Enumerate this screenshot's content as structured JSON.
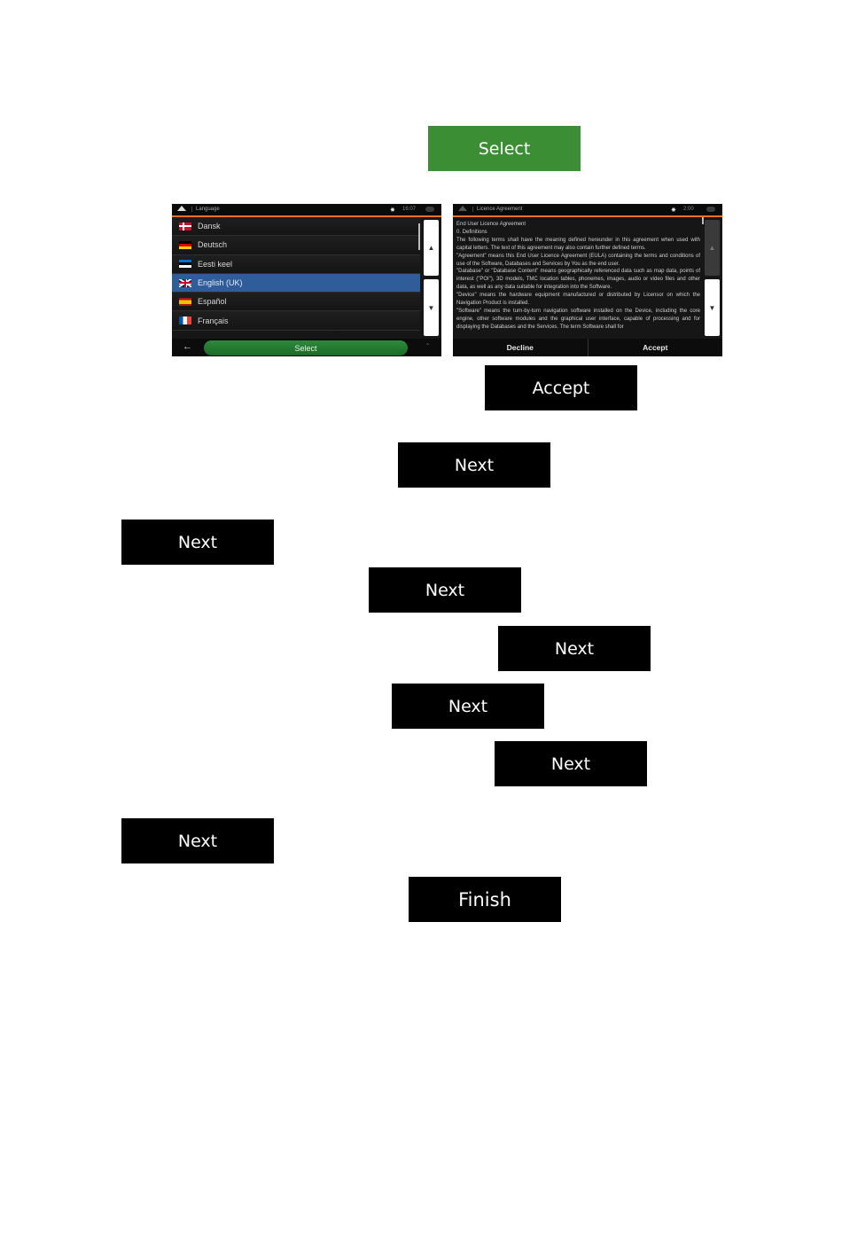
{
  "buttons": {
    "select": "Select",
    "accept": "Accept",
    "next": "Next",
    "finish": "Finish"
  },
  "language_screen": {
    "title": "Language",
    "clock": "16:07",
    "items": [
      {
        "label": "Dansk",
        "flag": "denmark",
        "selected": false
      },
      {
        "label": "Deutsch",
        "flag": "germany",
        "selected": false
      },
      {
        "label": "Eesti keel",
        "flag": "estonia",
        "selected": false
      },
      {
        "label": "English (UK)",
        "flag": "united-kingdom",
        "selected": true
      },
      {
        "label": "Español",
        "flag": "spain",
        "selected": false
      },
      {
        "label": "Français",
        "flag": "france",
        "selected": false
      }
    ],
    "select_label": "Select"
  },
  "licence_screen": {
    "title": "Licence Agreement",
    "clock": "2:00",
    "text_lines": [
      "End User Licence Agreement",
      "0. Definitions",
      "The following terms shall have the meaning defined hereunder in this agreement when used with capital letters. The text of this agreement may also contain further defined terms.",
      "\"Agreement\" means this End User Licence Agreement (EULA) containing the terms and conditions of use of the Software, Databases and Services by You as the end user.",
      "\"Database\" or \"Database Content\" means geographically referenced data such as map data, points of interest (\"POI\"), 3D models, TMC location tables, phonemes, images, audio or video files and other data, as well as any data suitable for integration into the Software.",
      "\"Device\" means the hardware equipment manufactured or distributed by Licensor on which the Navigation Product is installed.",
      "\"Software\" means the turn-by-turn navigation software installed on the Device, including the core engine, other software modules and the graphical user interface, capable of processing and for displaying the Databases and the Services. The term Software shall for"
    ],
    "decline_label": "Decline",
    "accept_label": "Accept"
  },
  "colors": {
    "select_green": "#3b8e34",
    "header_accent": "#e8711f",
    "selected_row": "#2f5d99"
  }
}
